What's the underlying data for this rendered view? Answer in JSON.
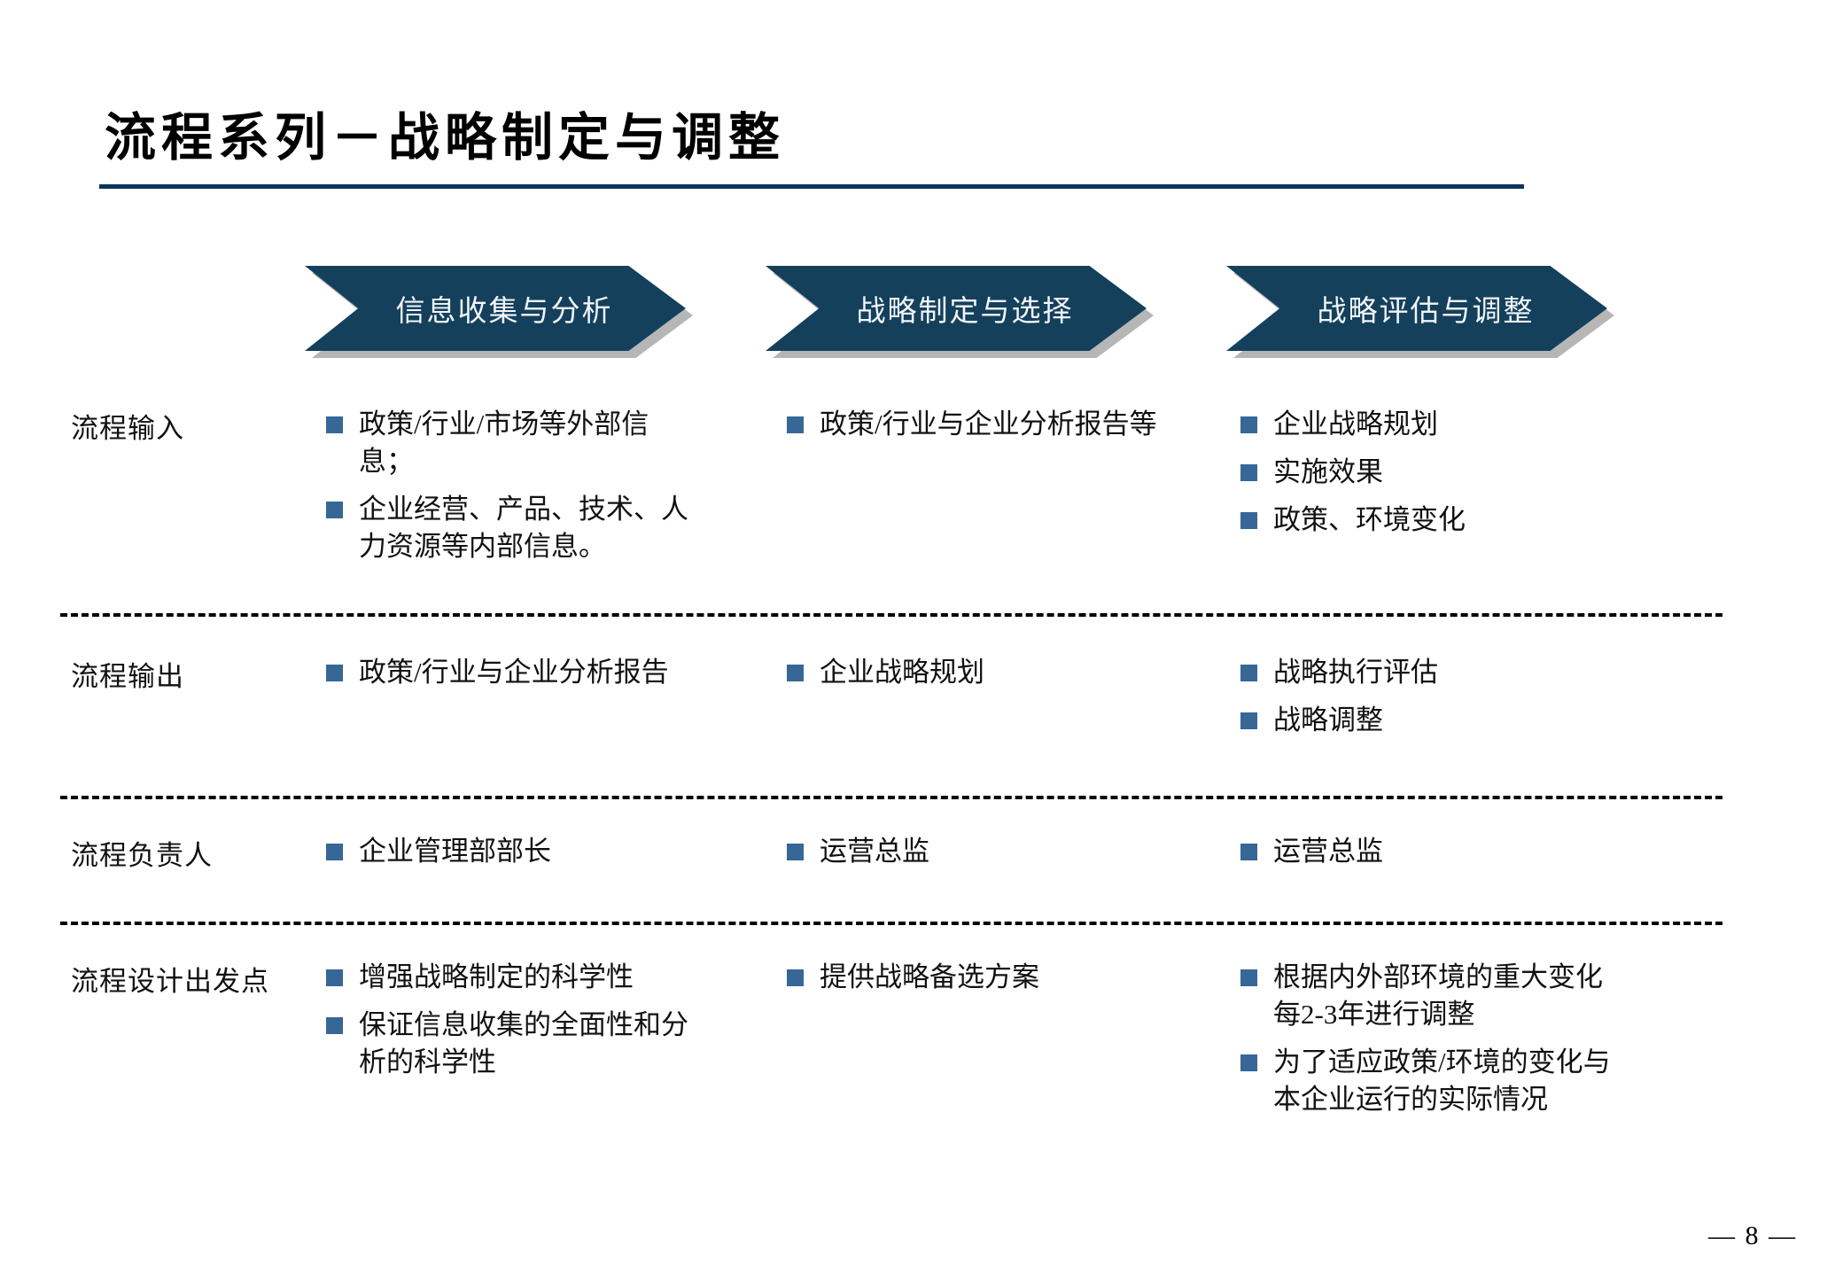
{
  "slide": {
    "title": "流程系列－战略制定与调整",
    "page_number": "— 8 —",
    "accent_color": "#0d3461",
    "banner_color": "#14405c",
    "bullet_color": "#366796"
  },
  "phases": [
    {
      "label": "信息收集与分析"
    },
    {
      "label": "战略制定与选择"
    },
    {
      "label": "战略评估与调整"
    }
  ],
  "rows": [
    {
      "label": "流程输入",
      "columns": [
        {
          "items": [
            "政策/行业/市场等外部信息；",
            "企业经营、产品、技术、人力资源等内部信息。"
          ]
        },
        {
          "items": [
            "政策/行业与企业分析报告等"
          ]
        },
        {
          "items": [
            "企业战略规划",
            "实施效果",
            "政策、环境变化"
          ]
        }
      ]
    },
    {
      "label": "流程输出",
      "columns": [
        {
          "items": [
            "政策/行业与企业分析报告"
          ]
        },
        {
          "items": [
            "企业战略规划"
          ]
        },
        {
          "items": [
            "战略执行评估",
            "战略调整"
          ]
        }
      ]
    },
    {
      "label": "流程负责人",
      "columns": [
        {
          "items": [
            "企业管理部部长"
          ]
        },
        {
          "items": [
            "运营总监"
          ]
        },
        {
          "items": [
            "运营总监"
          ]
        }
      ]
    },
    {
      "label": "流程设计出发点",
      "columns": [
        {
          "items": [
            "增强战略制定的科学性",
            "保证信息收集的全面性和分析的科学性"
          ]
        },
        {
          "items": [
            "提供战略备选方案"
          ]
        },
        {
          "items": [
            "根据内外部环境的重大变化每2-3年进行调整",
            "为了适应政策/环境的变化与本企业运行的实际情况"
          ]
        }
      ]
    }
  ]
}
